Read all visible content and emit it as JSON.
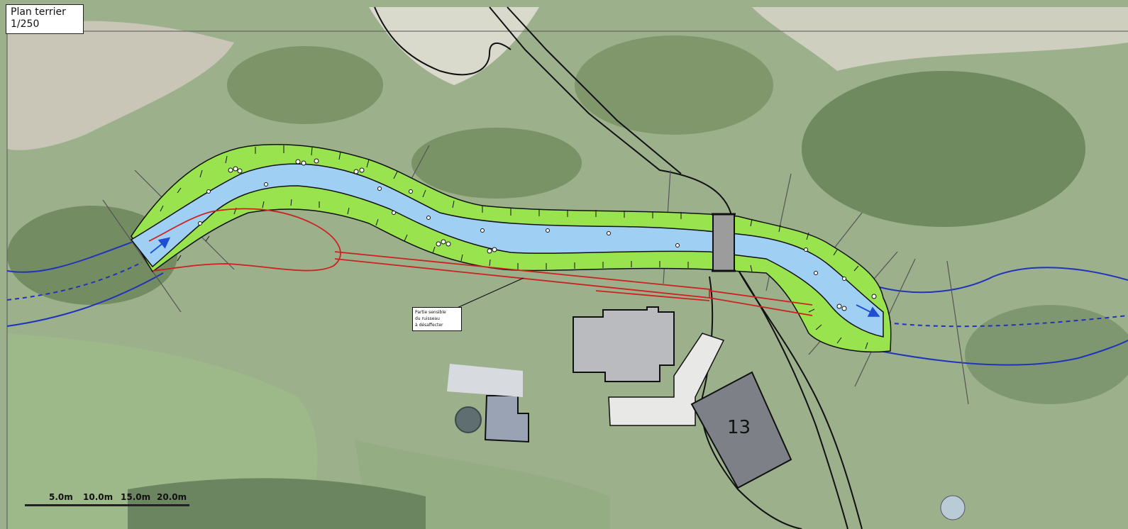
{
  "map": {
    "title": "Plan terrier",
    "scale": "1/250",
    "scale_bar": [
      "5.0m",
      "10.0m",
      "15.0m",
      "20.0m"
    ],
    "annotation": [
      "Partie sensible",
      "du ruisseau",
      "à désaffecter"
    ],
    "building_label": "13",
    "colors": {
      "water": "#9fd0f4",
      "bank": "#99e44e",
      "stream_line": "#2233bb",
      "red_line": "#cc2222",
      "structure": "#222222",
      "arrow": "#1f4fd0"
    },
    "icons": [
      "flow-arrow-icon"
    ]
  }
}
